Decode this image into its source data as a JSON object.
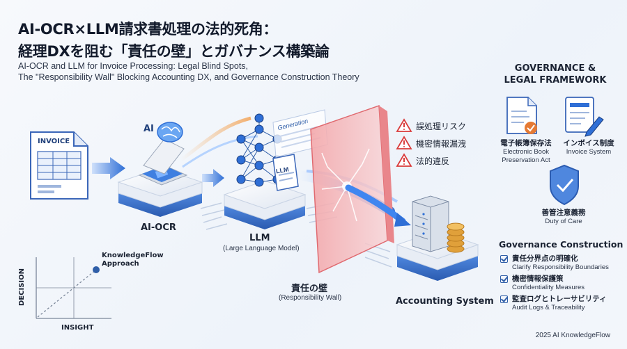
{
  "title": {
    "line1": "AI-OCR×LLM請求書処理の法的死角：",
    "line2": "経理DXを阻む「責任の壁」とガバナンス構築論",
    "subtitle1": "AI-OCR and LLM for Invoice Processing: Legal Blind Spots,",
    "subtitle2": "The \"Responsibility Wall\" Blocking Accounting DX, and Governance Construction Theory"
  },
  "flow": {
    "invoice_label": "INVOICE",
    "ai_label": "AI",
    "ocr_label": "AI-OCR",
    "llm_label": "LLM",
    "llm_sub": "(Large Language Model)",
    "llm_doc_label": "LLM",
    "generation_label": "Generation",
    "wall_label": "責任の壁",
    "wall_sub": "(Responsibility Wall)",
    "accounting_label": "Accounting System"
  },
  "risks": [
    "誤処理リスク",
    "機密情報漏洩",
    "法的違反"
  ],
  "governance": {
    "title_line1": "GOVERNANCE &",
    "title_line2": "LEGAL FRAMEWORK",
    "items": [
      {
        "jp": "電子帳簿保存法",
        "en1": "Electronic Book",
        "en2": "Preservation Act"
      },
      {
        "jp": "インボイス制度",
        "en1": "Invoice System",
        "en2": ""
      },
      {
        "jp": "善管注意義務",
        "en1": "Duty of Care",
        "en2": ""
      }
    ]
  },
  "construction": {
    "title": "Governance Construction",
    "items": [
      {
        "jp": "責任分界点の明確化",
        "en": "Clarify Responsibility Boundaries"
      },
      {
        "jp": "機密情報保護策",
        "en": "Confidentiality Measures"
      },
      {
        "jp": "監査ログとトレーサビリティ",
        "en": "Audit Logs & Traceability"
      }
    ]
  },
  "quadrant": {
    "y_axis": "DECISION",
    "x_axis": "INSIGHT",
    "point_label1": "KnowledgeFlow",
    "point_label2": "Approach"
  },
  "footer": "2025 AI KnowledgeFlow",
  "colors": {
    "accent": "#2f6fd6",
    "wall": "#e8747a",
    "risk": "#d93b3b",
    "navy": "#1f3f7a"
  }
}
